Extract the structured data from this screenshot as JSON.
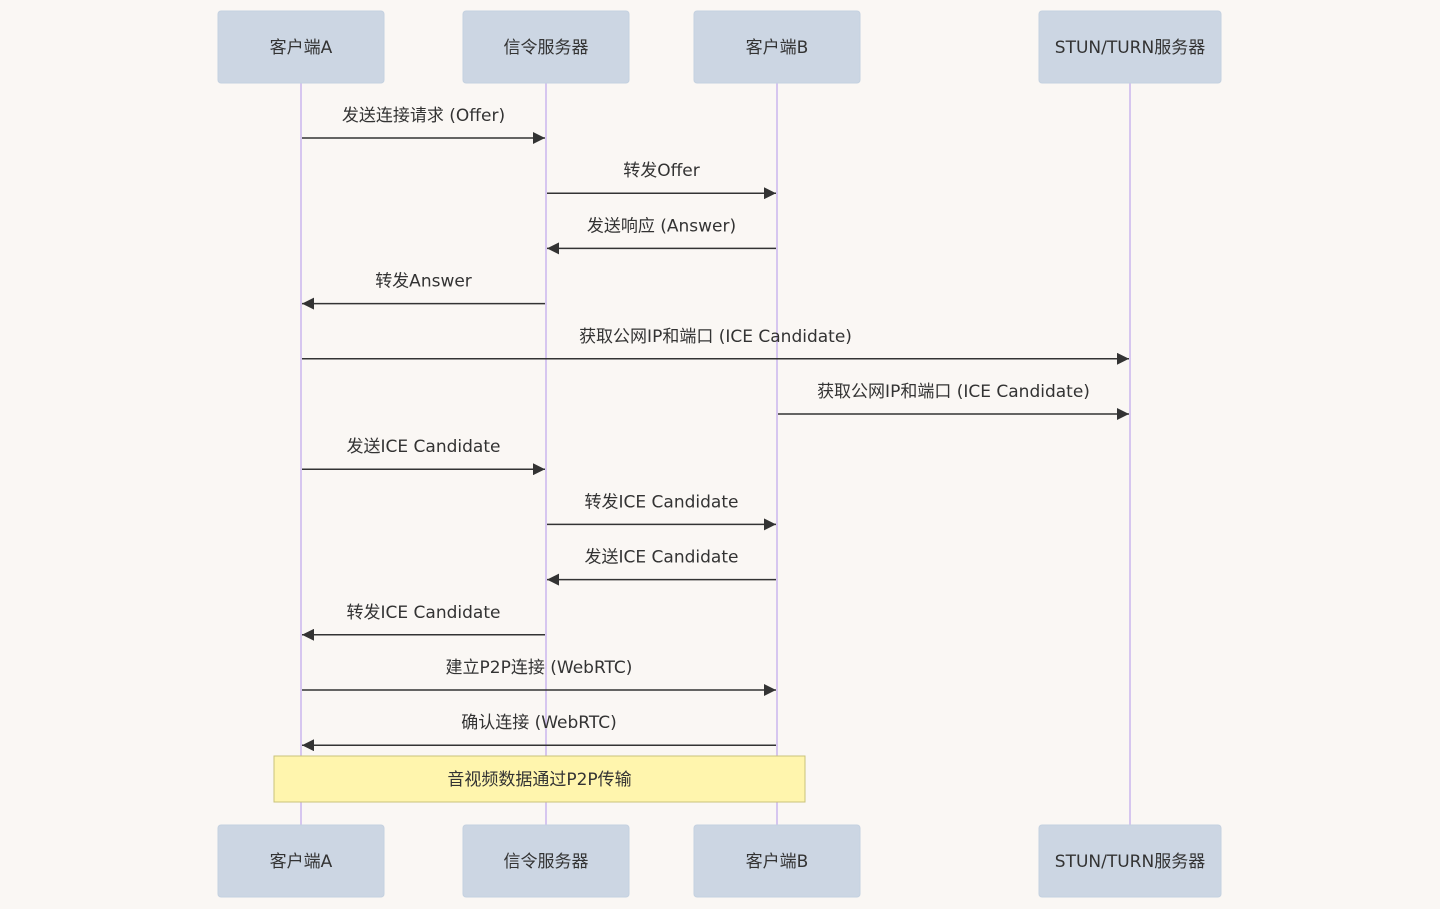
{
  "participants": [
    {
      "id": "A",
      "label": "客户端A"
    },
    {
      "id": "S",
      "label": "信令服务器"
    },
    {
      "id": "B",
      "label": "客户端B"
    },
    {
      "id": "T",
      "label": "STUN/TURN服务器"
    }
  ],
  "messages": [
    {
      "from": "A",
      "to": "S",
      "label": "发送连接请求 (Offer)"
    },
    {
      "from": "S",
      "to": "B",
      "label": "转发Offer"
    },
    {
      "from": "B",
      "to": "S",
      "label": "发送响应 (Answer)"
    },
    {
      "from": "S",
      "to": "A",
      "label": "转发Answer"
    },
    {
      "from": "A",
      "to": "T",
      "label": "获取公网IP和端口 (ICE Candidate)"
    },
    {
      "from": "B",
      "to": "T",
      "label": "获取公网IP和端口 (ICE Candidate)"
    },
    {
      "from": "A",
      "to": "S",
      "label": "发送ICE Candidate"
    },
    {
      "from": "S",
      "to": "B",
      "label": "转发ICE Candidate"
    },
    {
      "from": "B",
      "to": "S",
      "label": "发送ICE Candidate"
    },
    {
      "from": "S",
      "to": "A",
      "label": "转发ICE Candidate"
    },
    {
      "from": "A",
      "to": "B",
      "label": "建立P2P连接 (WebRTC)"
    },
    {
      "from": "B",
      "to": "A",
      "label": "确认连接 (WebRTC)"
    }
  ],
  "note": {
    "over": [
      "A",
      "B"
    ],
    "label": "音视频数据通过P2P传输"
  },
  "colors": {
    "actor_fill": "#ccd6e3",
    "lifeline": "#d6c6ef",
    "note_fill": "#fff5ad",
    "line": "#333333",
    "background": "#faf7f4"
  }
}
